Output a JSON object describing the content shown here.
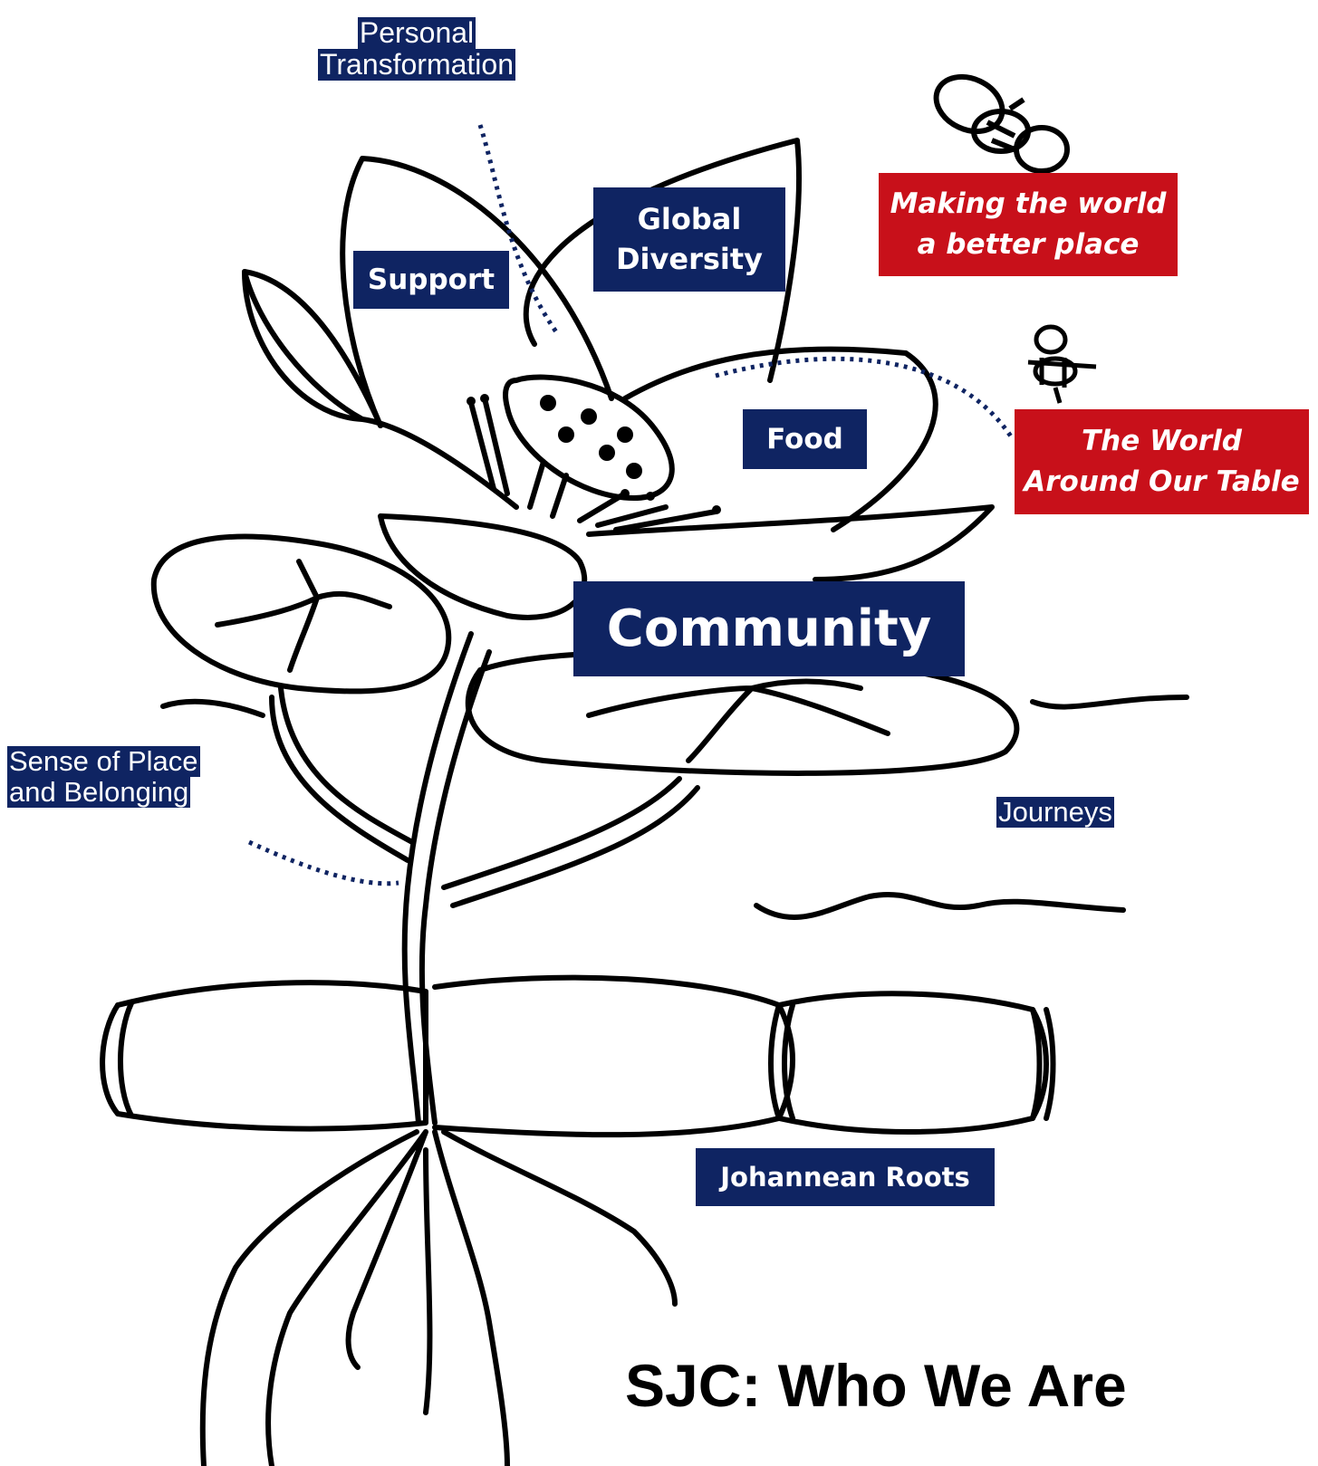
{
  "labels": {
    "personal_transformation": [
      "Personal",
      "Transformation"
    ],
    "support": "Support",
    "global_diversity": [
      "Global",
      "Diversity"
    ],
    "food": "Food",
    "community": "Community",
    "making_world": [
      "Making the world",
      "a better place"
    ],
    "world_table": [
      "The World",
      "Around Our Table"
    ],
    "sense_of_place": [
      "Sense of Place",
      "and Belonging"
    ],
    "journeys": "Journeys",
    "johannean_roots": "Johannean Roots"
  },
  "title": "SJC: Who We Are",
  "colors": {
    "navy": "#0f2462",
    "red": "#c8101a",
    "ink": "#000000"
  }
}
